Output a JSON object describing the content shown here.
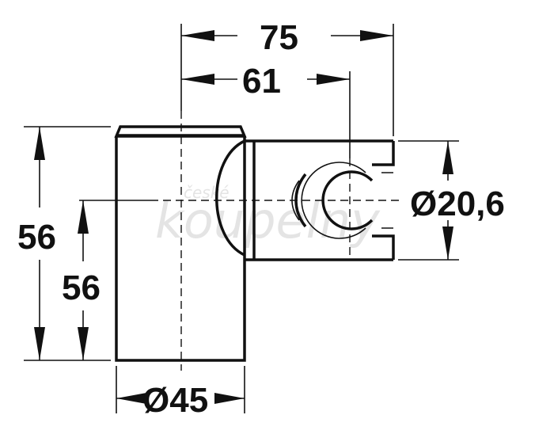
{
  "dimensions": {
    "overall_width": "75",
    "axis_offset": "61",
    "total_height": "56",
    "axis_height": "56",
    "base_diameter": "Ø45",
    "clip_diameter": "Ø20,6"
  },
  "watermark": {
    "line1": "české",
    "line2": "koupelny"
  },
  "colors": {
    "ink": "#111111",
    "watermark": "#e4e4e4",
    "background": "#ffffff"
  }
}
